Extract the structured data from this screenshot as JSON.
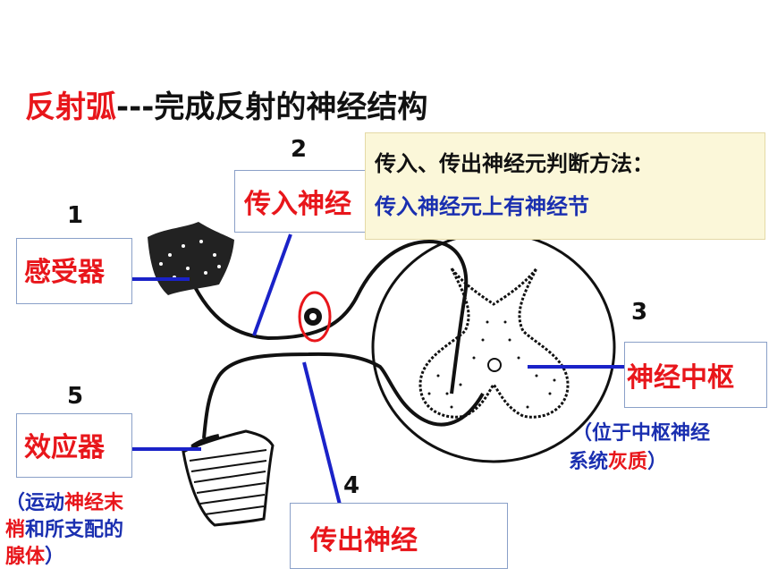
{
  "title": {
    "main": "反射弧",
    "rest": "---完成反射的神经结构"
  },
  "numbers": {
    "n1": "1",
    "n2": "2",
    "n3": "3",
    "n4": "4",
    "n5": "5"
  },
  "labels": {
    "receptor": "感受器",
    "afferent": "传入神经",
    "center": "神经中枢",
    "efferent": "传出神经",
    "effector": "效应器"
  },
  "note": {
    "line1": "传入、传出神经元判断方法：",
    "line2": "传入神经元上有神经节"
  },
  "center_note": {
    "a": "（位于中枢神经",
    "b1": "系统",
    "b2": "灰质",
    "b3": "）"
  },
  "effector_note": {
    "a1": "（运动",
    "a2": "神经末",
    "b1": "梢",
    "b2": "和所支配的",
    "c1": "腺体",
    "c2": "）"
  },
  "colors": {
    "red": "#e8161b",
    "blue": "#1a2fb0",
    "line": "#1a22c8",
    "note_bg": "#fbf7d9"
  }
}
